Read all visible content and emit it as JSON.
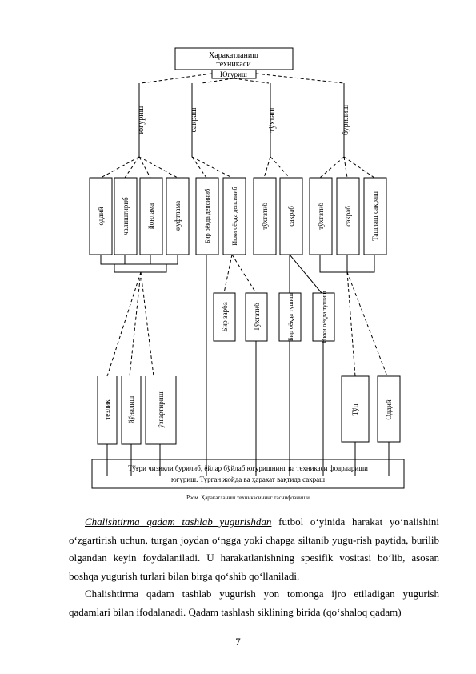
{
  "diagram": {
    "title_line1": "Харакатланиш",
    "title_line2": "техникаси",
    "subtitle": "Югуриш",
    "branches": [
      "югуриш",
      "сакраш",
      "тўхташ",
      "бурилиш"
    ],
    "level2": [
      "оддий",
      "чалиштириб",
      "йонлама",
      "жуфтлама",
      "Бир оёқда депсиниб",
      "Икки оёқда депсиниб",
      "тўхтатиб",
      "сакраб",
      "тўхтатиб",
      "сакраб",
      "Ташлаш сакраш"
    ],
    "level3": [
      "Бир зарба",
      "Тўхтатиб",
      "Бир оёқда тушиш",
      "Икки оёқда тушиш"
    ],
    "level4_left": [
      "тезлик",
      "йўналиш",
      "ўзгартириш"
    ],
    "level4_right": [
      "Тўп",
      "Оддий"
    ],
    "bottom_box_line1": "Тўғри чизиқли бурилиб, ёйлар бўйлаб югуришнинг ва техникаси фоарлариши",
    "bottom_box_line2": "югуриш. Турган жойда ва ҳаракат вақтида сакраш",
    "caption": "Расм. Ҳаракатланиш техникасининг таснифланиши"
  },
  "text": {
    "p1_lead": "Chalishtirma qadam tashlab yugurishdan",
    "p1_rest": " futbol o‘yinida harakat yo‘nalishini o‘zgartirish uchun, turgan joydan o‘ngga yoki chapga siltanib yugu-rish paytida, burilib olgandan keyin foydalaniladi. U harakatlanishning spesifik vositasi bo‘lib, asosan boshqa yugurish turlari bilan birga qo‘shib qo‘llaniladi.",
    "p2": "Chalishtirma qadam tashlab yugurish yon tomonga ijro etiladigan yugurish qadamlari bilan ifodalanadi. Qadam tashlash siklining birida (qo‘shaloq qadam)"
  },
  "page_number": "7"
}
